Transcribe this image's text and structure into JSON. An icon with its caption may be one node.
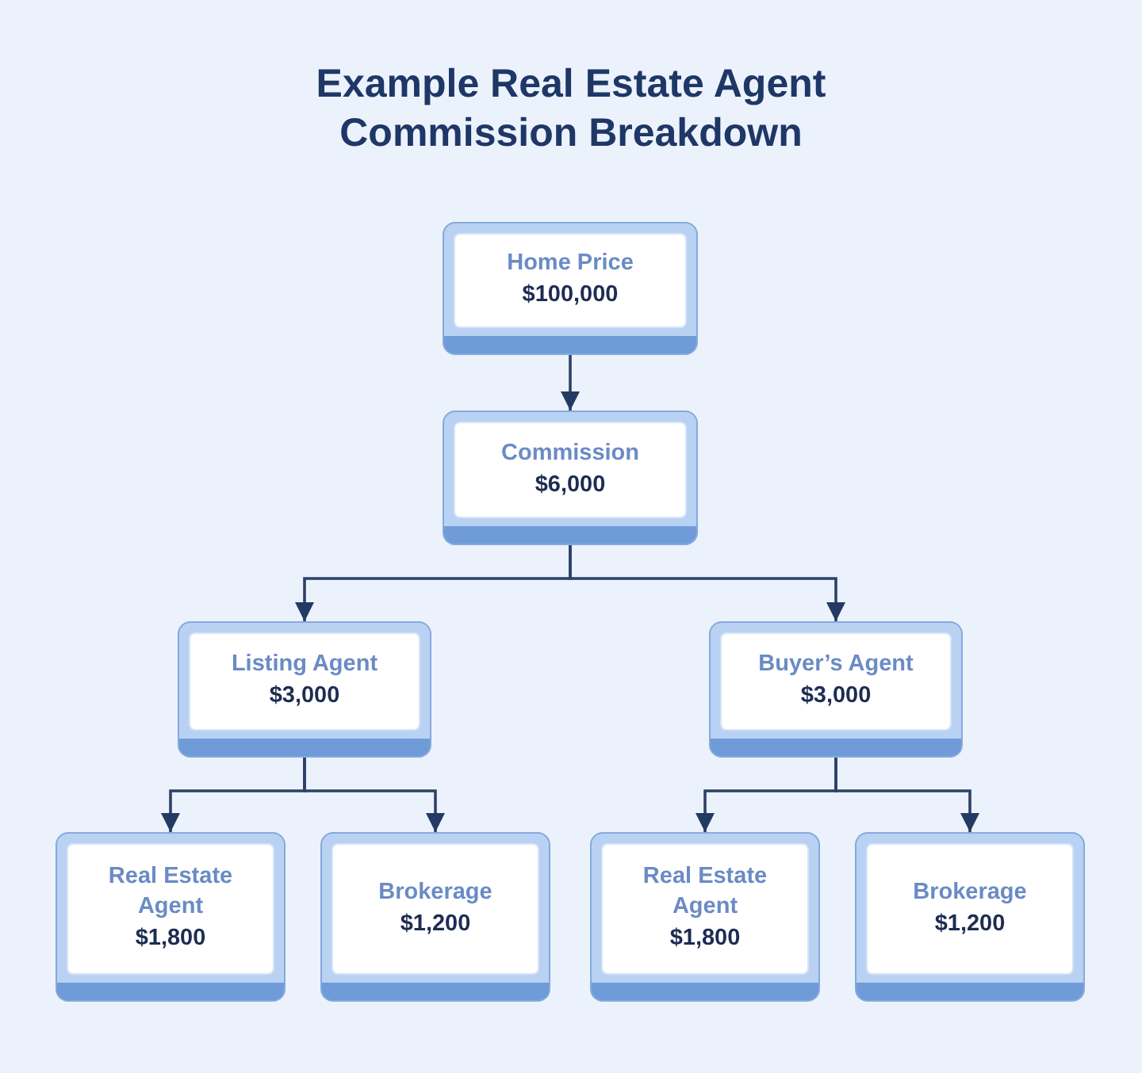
{
  "diagram": {
    "title": "Example Real Estate Agent Commission Breakdown",
    "nodes": [
      {
        "text": [
          "Home Price",
          "$100,000"
        ]
      },
      {
        "text": [
          "Commission",
          "$6,000"
        ]
      },
      {
        "text": [
          "Listing Agent",
          "$3,000"
        ]
      },
      {
        "text": [
          "Buyer’s Agent",
          "$3,000"
        ]
      },
      {
        "text": [
          "Real Estate Agent",
          "$1,800"
        ]
      },
      {
        "text": [
          "Brokerage",
          "$1,200"
        ]
      },
      {
        "text": [
          "Real Estate Agent",
          "$1,800"
        ]
      },
      {
        "text": [
          "Brokerage",
          "$1,200"
        ]
      }
    ],
    "edges": [
      {
        "from": 0,
        "to": 1,
        "arrow": "to"
      },
      {
        "from": 1,
        "to": 2,
        "arrow": "to"
      },
      {
        "from": 1,
        "to": 3,
        "arrow": "to"
      },
      {
        "from": 2,
        "to": 4,
        "arrow": "to"
      },
      {
        "from": 2,
        "to": 5,
        "arrow": "to"
      },
      {
        "from": 3,
        "to": 6,
        "arrow": "to"
      },
      {
        "from": 3,
        "to": 7,
        "arrow": "to"
      }
    ]
  }
}
